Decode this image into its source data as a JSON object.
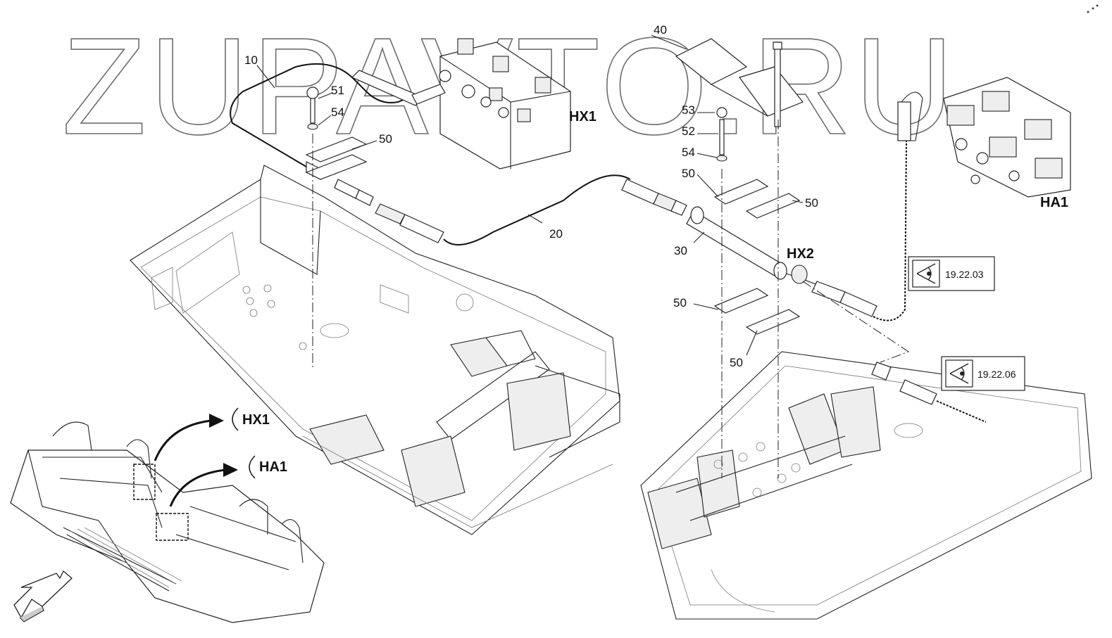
{
  "watermark": "ZUPAVTO.RU",
  "callouts": {
    "c10": "10",
    "c20": "20",
    "c30": "30",
    "c40": "40",
    "c50a": "50",
    "c50b": "50",
    "c50c": "50",
    "c50d": "50",
    "c50e": "50",
    "c51": "51",
    "c52": "52",
    "c53": "53",
    "c54a": "54",
    "c54b": "54"
  },
  "components": {
    "hx1": "HX1",
    "hx2": "HX2",
    "ha1": "HA1"
  },
  "references": {
    "ref1": "19.22.03",
    "ref2": "19.22.06"
  },
  "locator": {
    "hx1": "HX1",
    "ha1": "HA1"
  }
}
